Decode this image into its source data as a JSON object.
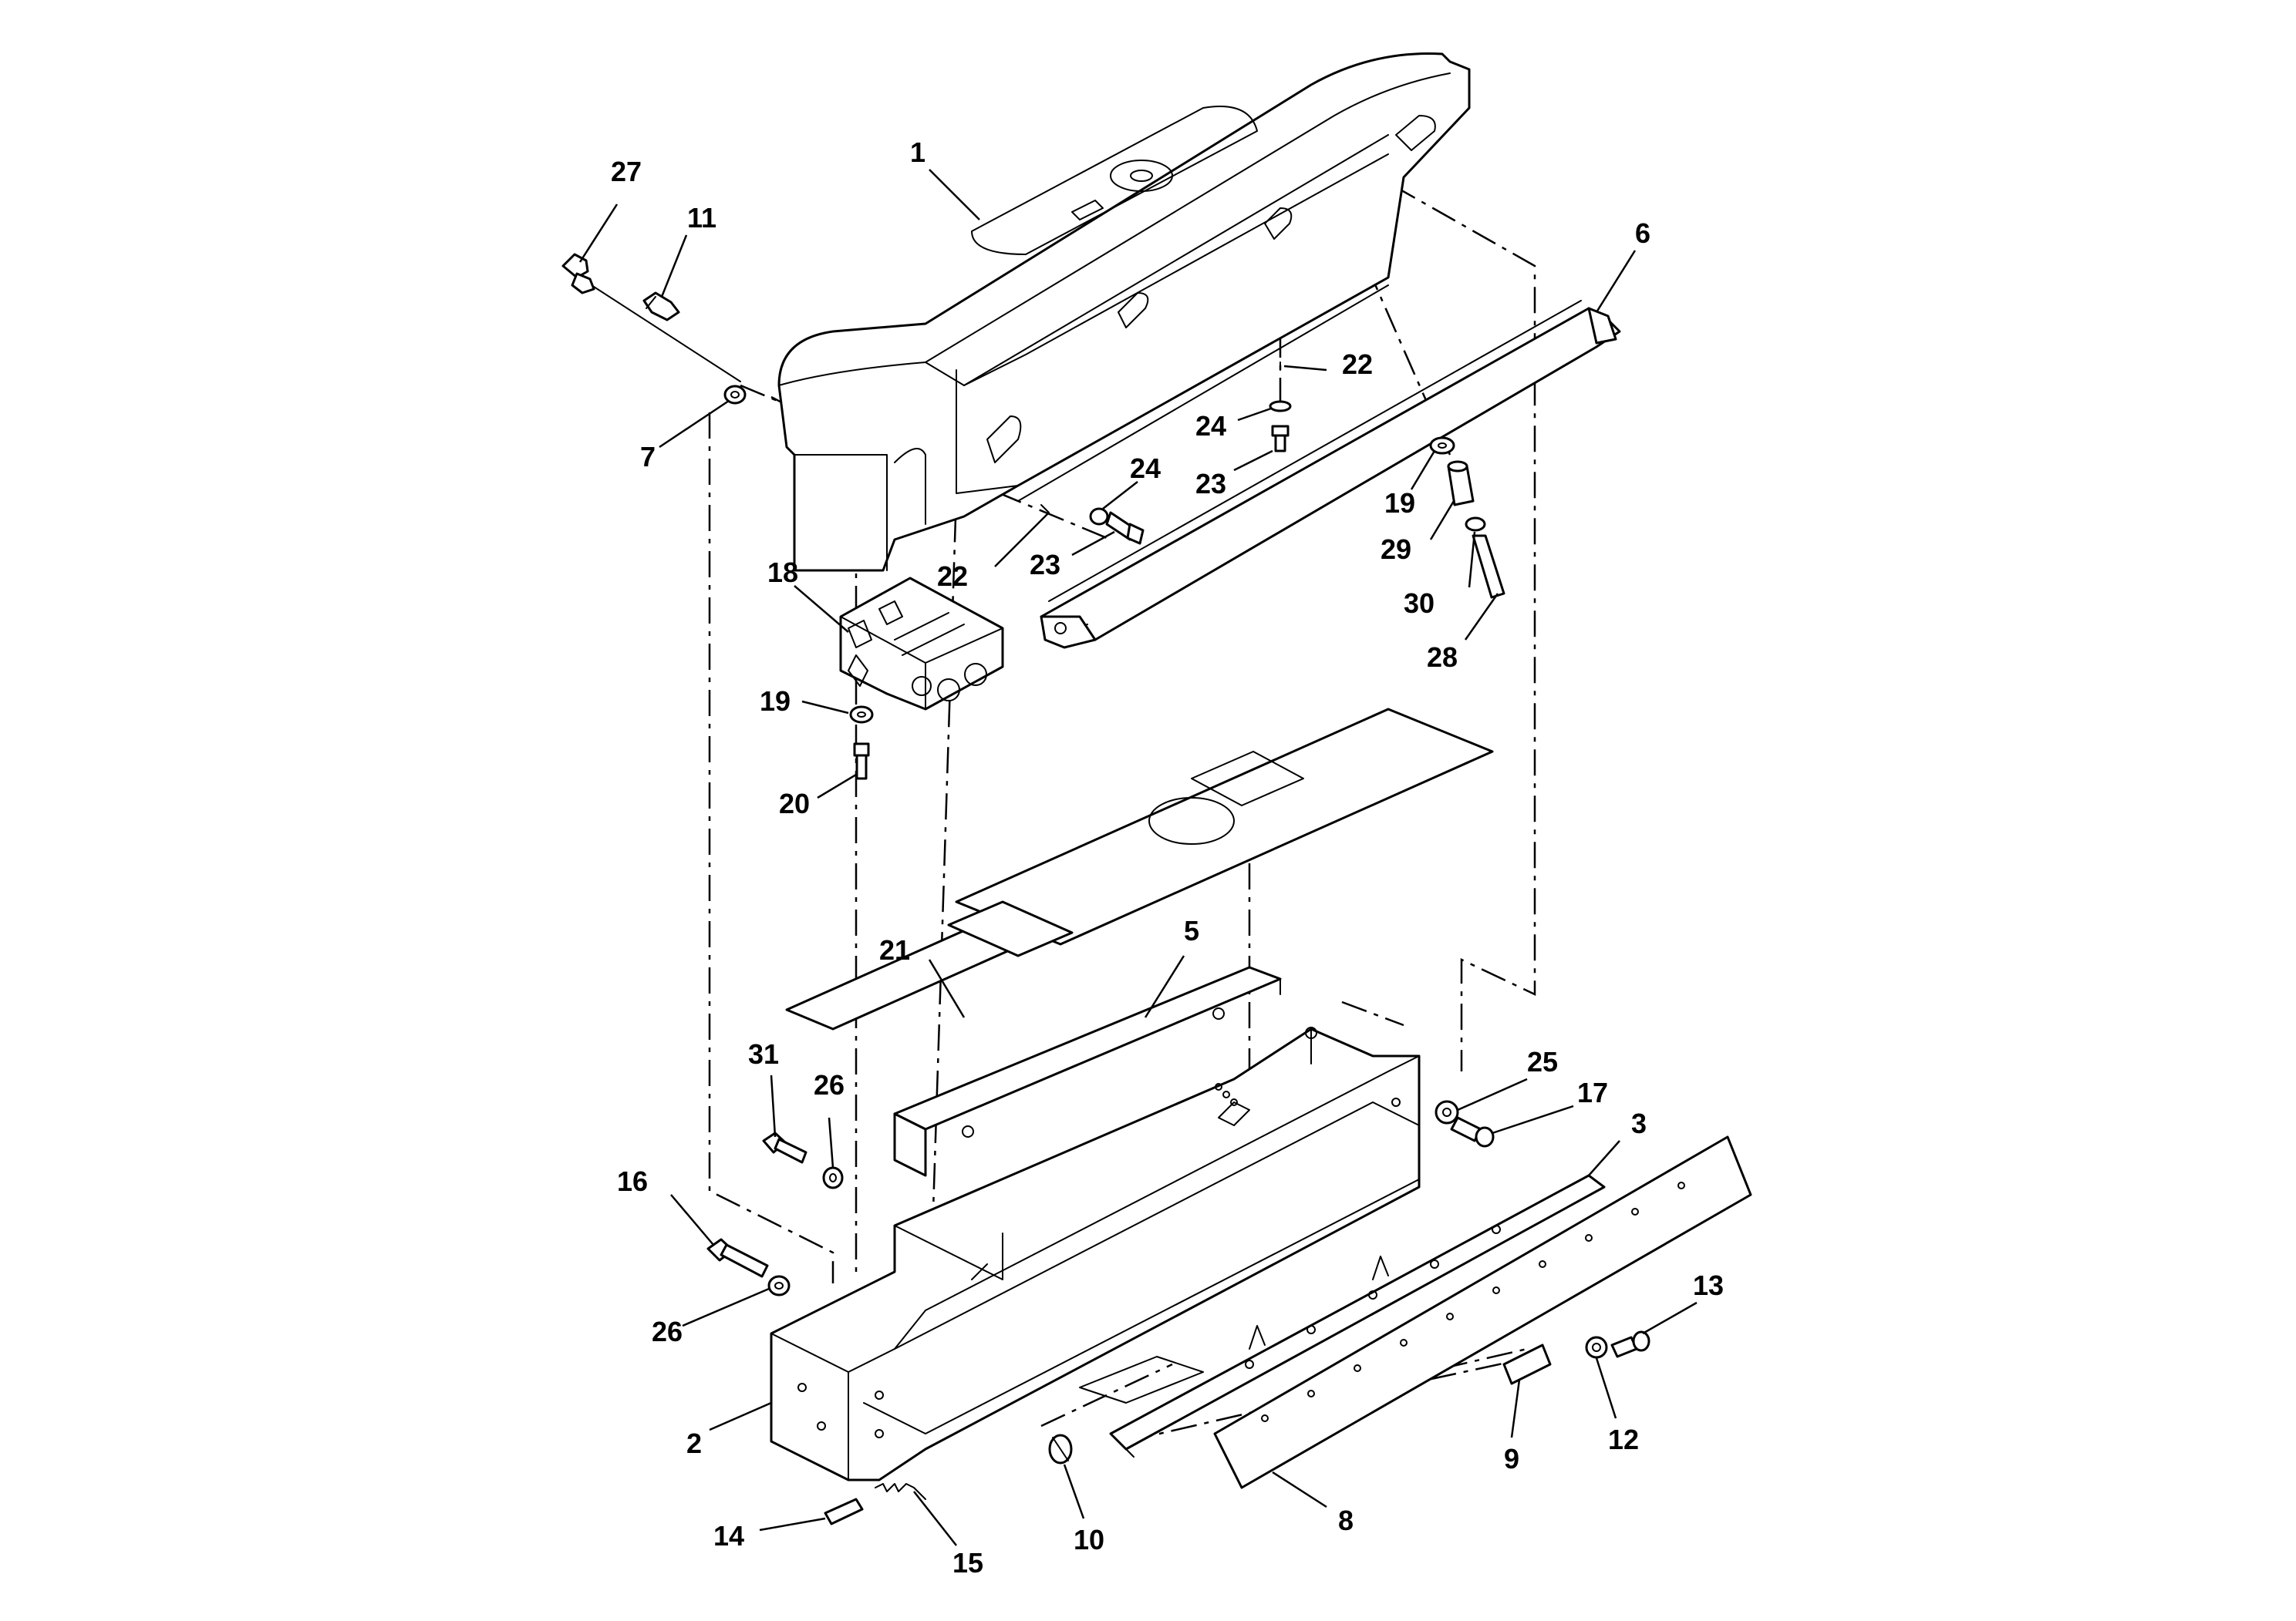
{
  "callouts": [
    {
      "id": "c1",
      "text": "1"
    },
    {
      "id": "c2",
      "text": "2"
    },
    {
      "id": "c3",
      "text": "3"
    },
    {
      "id": "c5",
      "text": "5"
    },
    {
      "id": "c6",
      "text": "6"
    },
    {
      "id": "c7",
      "text": "7"
    },
    {
      "id": "c8",
      "text": "8"
    },
    {
      "id": "c9",
      "text": "9"
    },
    {
      "id": "c10",
      "text": "10"
    },
    {
      "id": "c11",
      "text": "11"
    },
    {
      "id": "c12",
      "text": "12"
    },
    {
      "id": "c13",
      "text": "13"
    },
    {
      "id": "c14",
      "text": "14"
    },
    {
      "id": "c15",
      "text": "15"
    },
    {
      "id": "c16",
      "text": "16"
    },
    {
      "id": "c17",
      "text": "17"
    },
    {
      "id": "c18",
      "text": "18"
    },
    {
      "id": "c19a",
      "text": "19"
    },
    {
      "id": "c19b",
      "text": "19"
    },
    {
      "id": "c20",
      "text": "20"
    },
    {
      "id": "c21",
      "text": "21"
    },
    {
      "id": "c22a",
      "text": "22"
    },
    {
      "id": "c22b",
      "text": "22"
    },
    {
      "id": "c23a",
      "text": "23"
    },
    {
      "id": "c23b",
      "text": "23"
    },
    {
      "id": "c24a",
      "text": "24"
    },
    {
      "id": "c24b",
      "text": "24"
    },
    {
      "id": "c25",
      "text": "25"
    },
    {
      "id": "c26a",
      "text": "26"
    },
    {
      "id": "c26b",
      "text": "26"
    },
    {
      "id": "c27",
      "text": "27"
    },
    {
      "id": "c28",
      "text": "28"
    },
    {
      "id": "c29",
      "text": "29"
    },
    {
      "id": "c30",
      "text": "30"
    },
    {
      "id": "c31",
      "text": "31"
    }
  ]
}
